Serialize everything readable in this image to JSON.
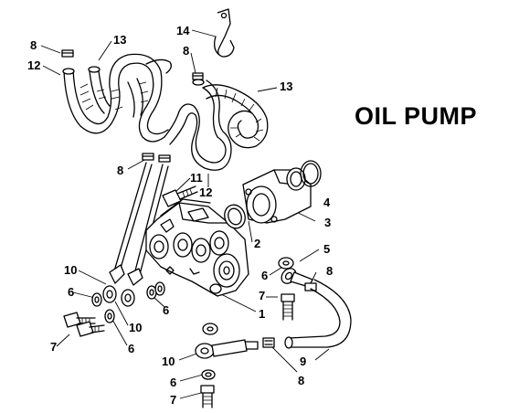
{
  "title": "OIL PUMP",
  "callouts": [
    {
      "id": "c-8-topleft",
      "text": "8"
    },
    {
      "id": "c-12-topleft",
      "text": "12"
    },
    {
      "id": "c-13-topleft",
      "text": "13"
    },
    {
      "id": "c-14",
      "text": "14"
    },
    {
      "id": "c-8-topmid",
      "text": "8"
    },
    {
      "id": "c-13-right",
      "text": "13"
    },
    {
      "id": "c-8-mid",
      "text": "8"
    },
    {
      "id": "c-11",
      "text": "11"
    },
    {
      "id": "c-12-mid",
      "text": "12"
    },
    {
      "id": "c-4",
      "text": "4"
    },
    {
      "id": "c-3",
      "text": "3"
    },
    {
      "id": "c-2",
      "text": "2"
    },
    {
      "id": "c-5",
      "text": "5"
    },
    {
      "id": "c-6-right",
      "text": "6"
    },
    {
      "id": "c-8-right",
      "text": "8"
    },
    {
      "id": "c-7-right",
      "text": "7"
    },
    {
      "id": "c-1",
      "text": "1"
    },
    {
      "id": "c-10-left",
      "text": "10"
    },
    {
      "id": "c-6-left",
      "text": "6"
    },
    {
      "id": "c-10-lower",
      "text": "10"
    },
    {
      "id": "c-7-left",
      "text": "7"
    },
    {
      "id": "c-6-lower",
      "text": "6"
    },
    {
      "id": "c-6-center",
      "text": "6"
    },
    {
      "id": "c-10-bottom",
      "text": "10"
    },
    {
      "id": "c-6-bottom",
      "text": "6"
    },
    {
      "id": "c-7-bottom",
      "text": "7"
    },
    {
      "id": "c-9",
      "text": "9"
    },
    {
      "id": "c-8-bottom",
      "text": "8"
    }
  ]
}
